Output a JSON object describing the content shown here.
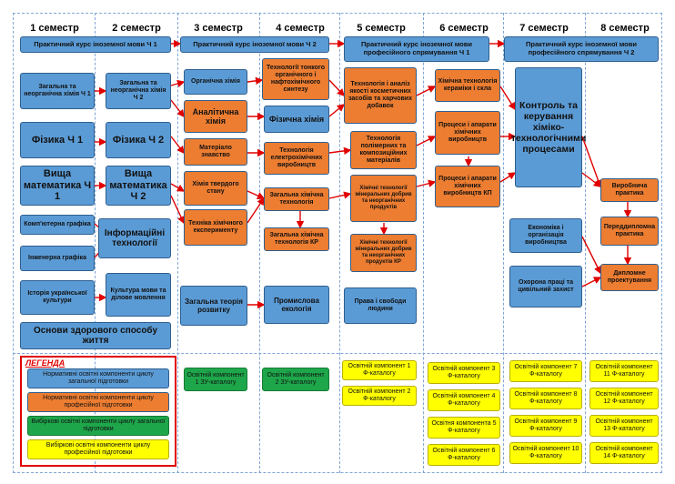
{
  "semesters": [
    "1 семестр",
    "2 семестр",
    "3 семестр",
    "4 семестр",
    "5 семестр",
    "6 семестр",
    "7 семестр",
    "8 семестр"
  ],
  "courses": {
    "lang1": "Практичний курс іноземної мови Ч 1",
    "lang2": "Практичний курс іноземної мови Ч 2",
    "lang_prof1": "Практичний курс іноземної мови професійного спрямування Ч 1",
    "lang_prof2": "Практичний курс іноземної мови професійного спрямування Ч 2",
    "chem1": "Загальна та неорганічна хімія Ч 1",
    "chem2": "Загальна та неорганічна хімія Ч 2",
    "physics1": "Фізика Ч 1",
    "physics2": "Фізика Ч 2",
    "math1": "Вища математика Ч 1",
    "math2": "Вища математика Ч 2",
    "comp_graphics": "Комп'ютерна графіка",
    "eng_graphics": "Інженерна графіка",
    "it": "Інформаційні технології",
    "history": "Історія української культури",
    "culture": "Культура мови та ділове мовлення",
    "health": "Основи здорового способу життя",
    "organic": "Органічна хімія",
    "analytic": "Аналітична хімія",
    "materials": "Матеріало знавство",
    "solid": "Хімія твердого стану",
    "technique": "Техніка хімічного експерименту",
    "theory": "Загальна теорія розвитку",
    "fine_synth": "Технології тонкого органічного і нафтохімічного синтезу",
    "phys_chem": "Фізична хімія",
    "electrochem": "Технологія електрохімічних виробництв",
    "gen_chem_tech": "Загальна хімічна технологія",
    "gen_chem_tech_kr": "Загальна хімічна технологія КР",
    "ecology": "Промислова екологія",
    "cosmetics": "Технологія і аналіз якості косметичних засобів та харчових добавок",
    "polymers": "Технологія полімерних та композиційних матеріалів",
    "fertilizers": "Хімічні технології мінеральних добрив та неорганічних продуктів",
    "fertilizers_kr": "Хімічні технології мінеральних добрив та неорганічних продуктів КР",
    "rights": "Права і свободи людини",
    "ceramics": "Хімічна технологія кераміки і скла",
    "apparatus": "Процеси і апарати хімічних виробництв",
    "apparatus_kp": "Процеси і апарати хімічних виробництв КП",
    "control": "Контроль та керування хіміко-технологічними процесами",
    "economics": "Економіка і організація виробництва",
    "safety": "Охорона праці та цивільний захист",
    "practice": "Виробнича практика",
    "prediploma": "Переддипломна практика",
    "diploma": "Дипломне проектування"
  },
  "electives": {
    "zv1": "Освітній компонент 1 ЗУ-каталогу",
    "zv2": "Освітній компонент 2 ЗУ-каталогу",
    "f1": "Освітній компонент 1 Ф-каталогу",
    "f2": "Освітній компонент 2 Ф-каталогу",
    "f3": "Освітній компонент 3 Ф-каталогу",
    "f4": "Освітній компонент 4 Ф-каталогу",
    "f5": "Освітня компонента 5 Ф-каталогу",
    "f6": "Освітній компонент 6 Ф-каталогу",
    "f7": "Освітній компонент 7 Ф-каталогу",
    "f8": "Освітній компонент 8 Ф-каталогу",
    "f9": "Освітній компонент 9 Ф-каталогу",
    "f10": "Освітній компонент 10 Ф-каталогу",
    "f11": "Освітній компонент 11 Ф-каталогу",
    "f12": "Освітній компонент 12 Ф-каталогу",
    "f13": "Освітній компонент 13 Ф-каталогу",
    "f14": "Освітній компонент 14 Ф-каталогу"
  },
  "legend": {
    "title": "ЛЕГЕНДА",
    "items": [
      "Нормативні освітні компоненти циклу загальної підготовки",
      "Нормативні освітні компоненти циклу професійної підготовки",
      "Вибіркові освітні компоненти циклу загальної підготовки",
      "Вибіркові освітні компоненти циклу професійної підготовки"
    ]
  },
  "colors": {
    "general": "#5b9bd5",
    "professional": "#ed7d31",
    "elective_general": "#1ea64a",
    "elective_professional": "#ffff00",
    "arrow": "#e00000"
  }
}
